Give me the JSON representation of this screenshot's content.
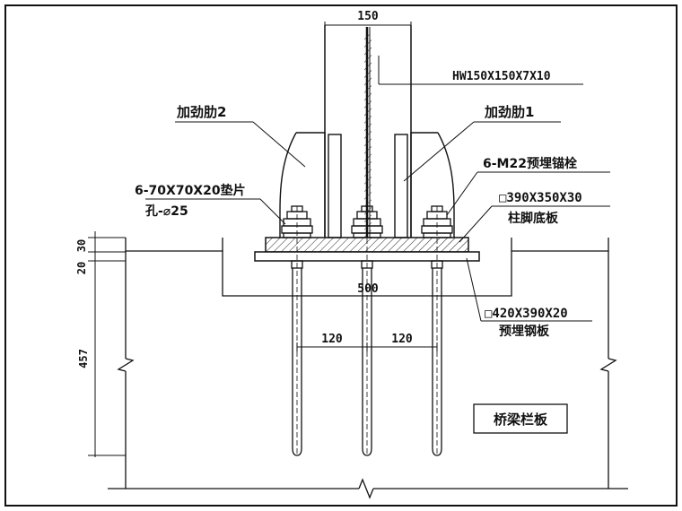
{
  "labels": {
    "width_150": "150",
    "hw_section": "HW150X150X7X10",
    "stiffener_2": "加劲肋2",
    "stiffener_1": "加劲肋1",
    "anchor_bolts": "6-M22预埋锚栓",
    "washer_spec": "6-70X70X20垫片",
    "washer_hole": "孔-⌀25",
    "base_plate_spec": "□390X350X30",
    "base_plate_name": "柱脚底板",
    "dim_30": "30",
    "dim_20": "20",
    "dim_500": "500",
    "embed_plate_spec": "□420X390X20",
    "embed_plate_name": "预埋钢板",
    "dim_457": "457",
    "dim_120_left": "120",
    "dim_120_right": "120",
    "parapet": "桥梁栏板"
  }
}
